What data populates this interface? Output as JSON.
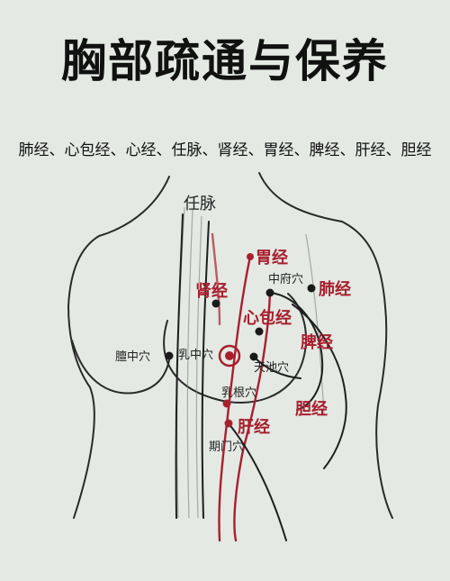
{
  "title": "胸部疏通与保养",
  "subtitle": "肺经、心包经、心经、任脉、肾经、胃经、脾经、肝经、胆经",
  "colors": {
    "background": "#e4e9e4",
    "outline": "#2a2a2a",
    "meridian_red": "#a8202e",
    "label_dark": "#222222"
  },
  "labels": {
    "ren_mai": "任脉",
    "wei_jing": "胃经",
    "zhongfu_xue": "中府穴",
    "fei_jing": "肺经",
    "shen_jing": "肾经",
    "xinbao_jing": "心包经",
    "pi_jing": "脾经",
    "tanzhong_xue": "膻中穴",
    "ruzhong_xue": "乳中穴",
    "tianchi_xue": "天池穴",
    "rugen_xue": "乳根穴",
    "dan_jing": "胆经",
    "gan_jing": "肝经",
    "qimen_xue": "期门穴"
  }
}
